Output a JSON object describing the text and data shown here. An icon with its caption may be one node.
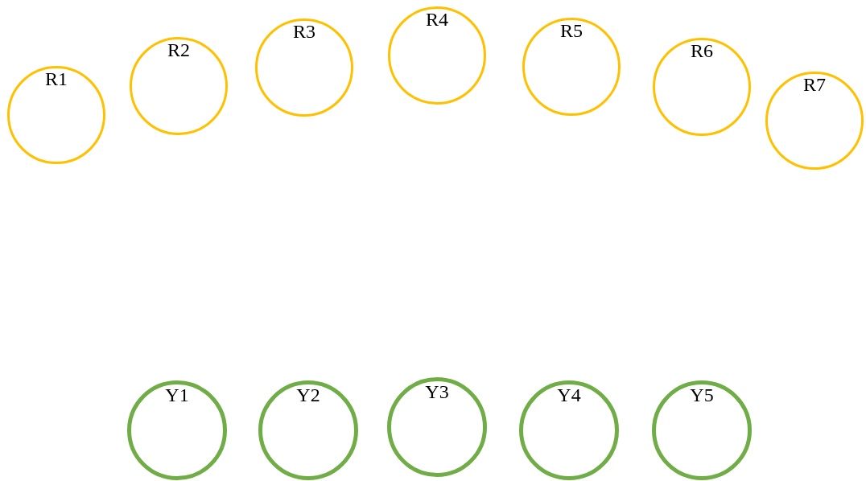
{
  "diagram": {
    "nodes": [
      {
        "text": [
          "R1"
        ]
      },
      {
        "text": [
          "R2"
        ]
      },
      {
        "text": [
          "R3"
        ]
      },
      {
        "text": [
          "R4"
        ]
      },
      {
        "text": [
          "R5"
        ]
      },
      {
        "text": [
          "R6"
        ]
      },
      {
        "text": [
          "R7"
        ]
      },
      {
        "text": [
          "Y1"
        ]
      },
      {
        "text": [
          "Y2"
        ]
      },
      {
        "text": [
          "Y3"
        ]
      },
      {
        "text": [
          "Y4"
        ]
      },
      {
        "text": [
          "Y5"
        ]
      }
    ]
  }
}
